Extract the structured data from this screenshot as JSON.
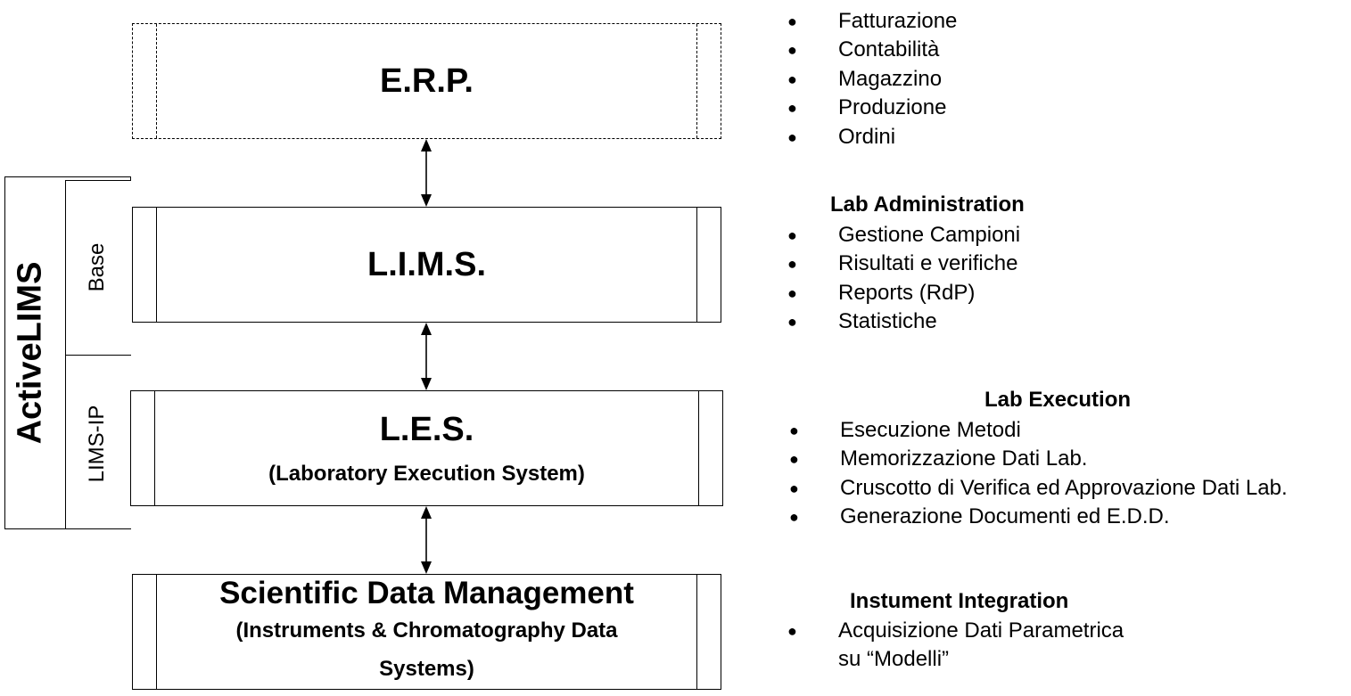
{
  "boxes": {
    "erp": {
      "title": "E.R.P."
    },
    "lims": {
      "title": "L.I.M.S."
    },
    "les": {
      "title": "L.E.S.",
      "subtitle": "(Laboratory Execution System)"
    },
    "sdm": {
      "title": "Scientific Data Management",
      "subtitle_line1": "(Instruments & Chromatography Data",
      "subtitle_line2": "Systems)"
    }
  },
  "active_lims": {
    "label": "ActiveLIMS",
    "base_label": "Base",
    "limsip_label": "LIMS-IP"
  },
  "lists": {
    "erp": {
      "items": [
        "Fatturazione",
        "Contabilità",
        "Magazzino",
        "Produzione",
        "Ordini"
      ]
    },
    "lab_admin": {
      "title": "Lab Administration",
      "items": [
        "Gestione Campioni",
        "Risultati e verifiche",
        "Reports (RdP)",
        "Statistiche"
      ]
    },
    "lab_exec": {
      "title": "Lab Execution",
      "items": [
        "Esecuzione Metodi",
        "Memorizzazione Dati Lab.",
        "Cruscotto di Verifica ed Approvazione Dati Lab.",
        "Generazione Documenti ed E.D.D."
      ]
    },
    "instrument": {
      "title": "Instument Integration",
      "item_line1": "Acquisizione Dati Parametrica",
      "item_line2": "su “Modelli”"
    }
  },
  "icons": {
    "bullet": "bullet-dot",
    "connector": "double-arrow"
  },
  "colors": {
    "stroke": "#000000",
    "background": "#ffffff"
  }
}
